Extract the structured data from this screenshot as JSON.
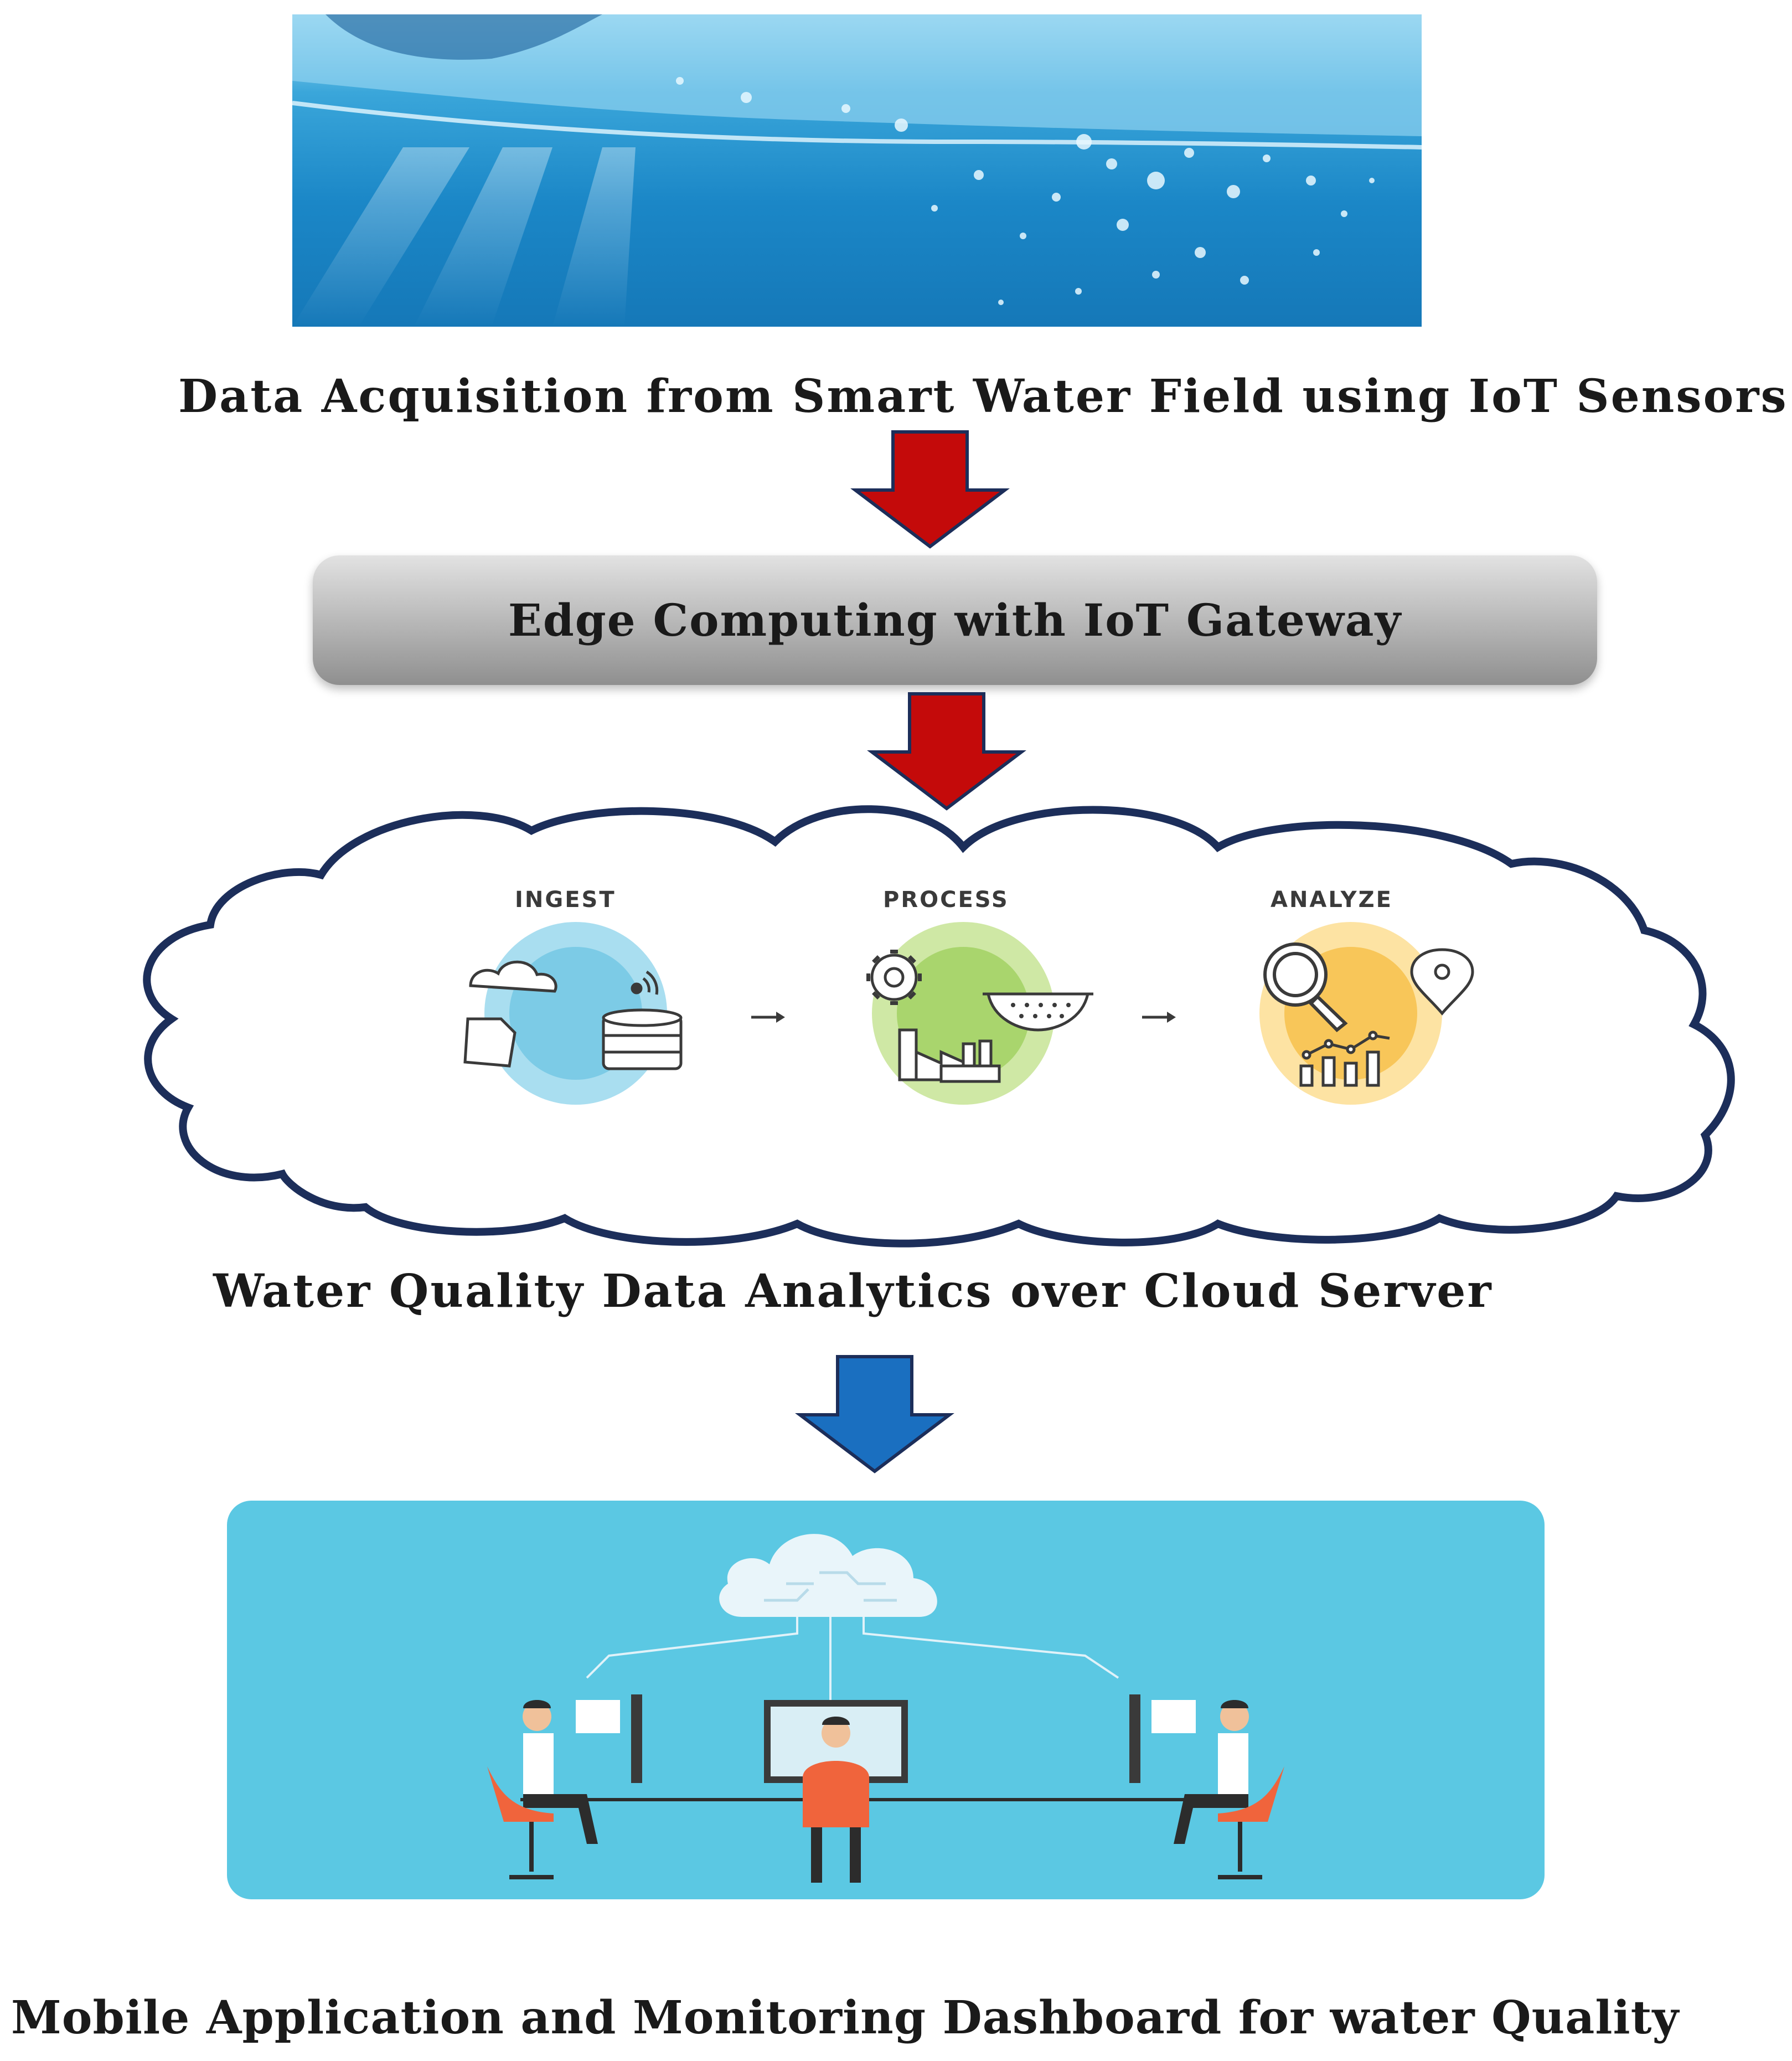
{
  "captions": {
    "acquisition": "Data Acquisition from Smart Water Field using IoT Sensors",
    "gateway": "Edge Computing with IoT Gateway",
    "cloud": "Water Quality Data Analytics over Cloud Server",
    "dashboard": "Mobile Application and Monitoring Dashboard for water Quality"
  },
  "pipeline": {
    "ingest": "INGEST",
    "process": "PROCESS",
    "analyze": "ANALYZE"
  },
  "colors": {
    "arrow_red": "#c40a0a",
    "arrow_blue": "#1a6fc0",
    "cloud_outline": "#1c2e5a",
    "ingest_circle": "#8fd3ea",
    "process_circle": "#bfe08a",
    "analyze_circle": "#fbd680",
    "dashboard_bg": "#5bc8e3"
  },
  "icons": [
    "water-photo",
    "cloud-icon",
    "document-icon",
    "wifi-icon",
    "database-icon",
    "gear-icon",
    "strainer-icon",
    "factory-icon",
    "magnifier-icon",
    "location-pin-icon",
    "analytics-icon",
    "circuit-cloud-icon",
    "person-icon",
    "monitor-icon"
  ]
}
